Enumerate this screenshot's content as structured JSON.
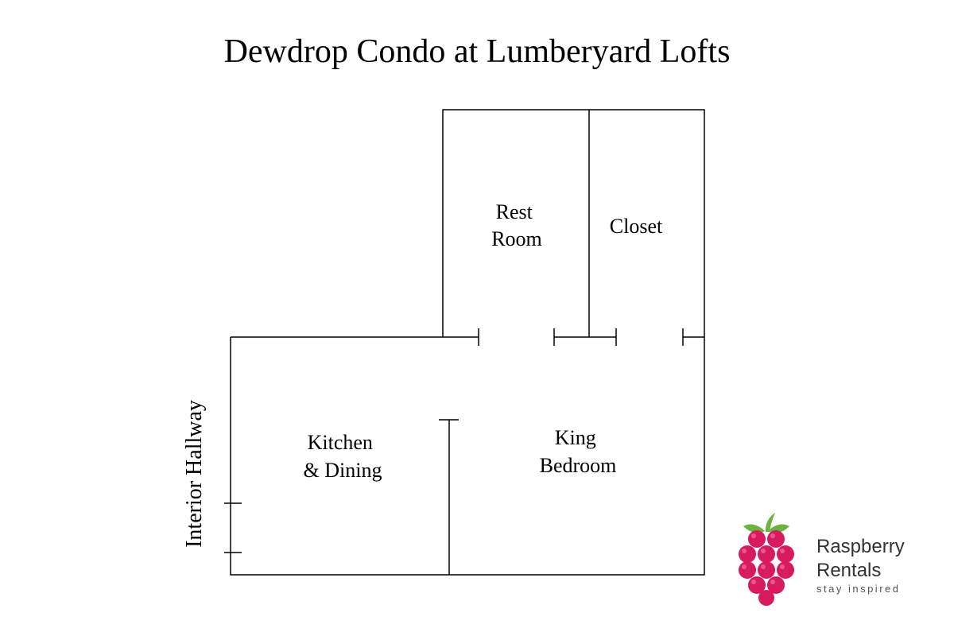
{
  "title": "Dewdrop Condo at Lumberyard Lofts",
  "rooms": {
    "rest_room": [
      "Rest",
      "Room"
    ],
    "closet": [
      "Closet"
    ],
    "kitchen": [
      "Kitchen",
      "& Dining"
    ],
    "bedroom": [
      "King",
      "Bedroom"
    ]
  },
  "hallway_label": "Interior Hallway",
  "brand": {
    "name_line1": "Raspberry",
    "name_line2": "Rentals",
    "tagline": "stay inspired",
    "colors": {
      "berry": "#d81b5f",
      "berry_highlight": "#f06a9a",
      "leaf": "#6cb43f",
      "text": "#333333"
    }
  },
  "line_color": "#000000"
}
